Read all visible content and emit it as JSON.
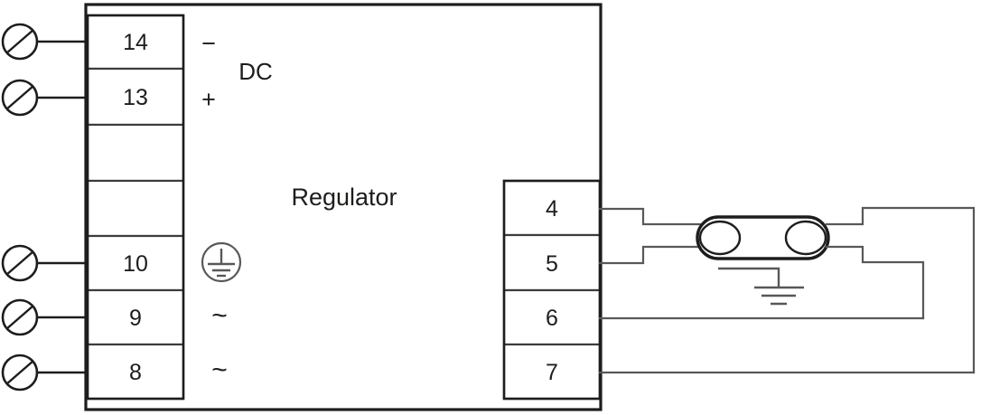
{
  "diagram": {
    "title": "Regulator",
    "device_label": "Regulator",
    "supply_label": "DC",
    "colors": {
      "line": "#1d1d1b",
      "wire": "#58585a",
      "background": "#ffffff"
    },
    "left_block": {
      "terminals": [
        {
          "number": "14",
          "marking": "−",
          "has_lead": true
        },
        {
          "number": "13",
          "marking": "+",
          "has_lead": true
        },
        {
          "number": "",
          "marking": "",
          "has_lead": false
        },
        {
          "number": "",
          "marking": "",
          "has_lead": false
        },
        {
          "number": "10",
          "marking": "earth-symbol",
          "has_lead": true
        },
        {
          "number": "9",
          "marking": "~",
          "has_lead": true
        },
        {
          "number": "8",
          "marking": "~",
          "has_lead": true
        }
      ]
    },
    "right_block": {
      "terminals": [
        {
          "number": "4",
          "has_lead": true
        },
        {
          "number": "5",
          "has_lead": true
        },
        {
          "number": "6",
          "has_lead": true
        },
        {
          "number": "7",
          "has_lead": true
        }
      ]
    },
    "symbols": {
      "protective_earth": "protective-earth-icon",
      "chassis_earth": "earth-ground-icon",
      "actuator": "actuator-symbol",
      "field_terminal": "terminal-screw-icon"
    }
  }
}
